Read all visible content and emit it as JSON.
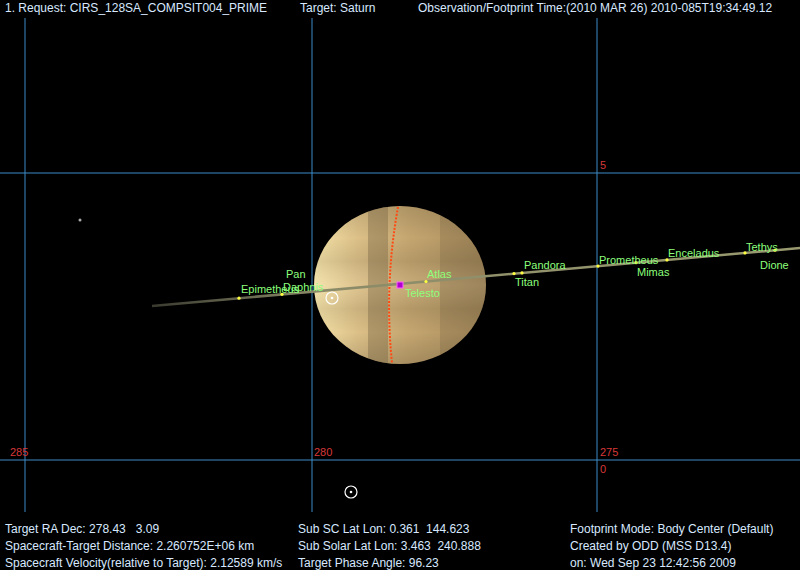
{
  "diagram": {
    "labels": [
      "1. Request: CIRS_128SA_COMPSIT004_PRIME",
      "Target: Saturn",
      "Observation/Footprint Time:(2010 MAR 26) 2010-085T19:34:49.12",
      "5",
      "285",
      "280",
      "275",
      "0",
      "Epimetheus",
      "Daphnis",
      "Pan",
      "Atlas",
      "Telesto",
      "Titan",
      "Pandora",
      "Prometheus",
      "Mimas",
      "Enceladus",
      "Tethys",
      "Dione",
      "Target RA Dec: 278.43   3.09",
      "Spacecraft-Target Distance: 2.260752E+06 km",
      "Spacecraft Velocity(relative to Target): 2.12589 km/s",
      "Sub SC Lat Lon: 0.361  144.623",
      "Sub Solar Lat Lon: 3.463  240.888",
      "Target Phase Angle: 96.23",
      "Footprint Mode: Body Center (Default)",
      "Created by ODD (MSS D13.4)",
      "on: Wed Sep 23 12:42:56 2009"
    ]
  }
}
